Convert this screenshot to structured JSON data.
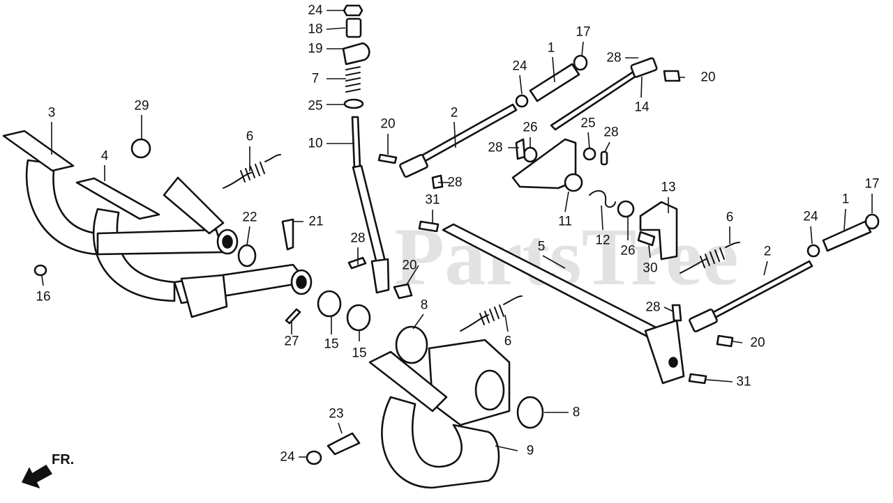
{
  "watermark": "PartsTree",
  "orientation": {
    "label": "FR."
  },
  "callouts": [
    {
      "id": "c24a",
      "label": "24"
    },
    {
      "id": "c18",
      "label": "18"
    },
    {
      "id": "c19",
      "label": "19"
    },
    {
      "id": "c7",
      "label": "7"
    },
    {
      "id": "c25a",
      "label": "25"
    },
    {
      "id": "c10",
      "label": "10"
    },
    {
      "id": "c3",
      "label": "3"
    },
    {
      "id": "c29",
      "label": "29"
    },
    {
      "id": "c4",
      "label": "4"
    },
    {
      "id": "c6a",
      "label": "6"
    },
    {
      "id": "c22",
      "label": "22"
    },
    {
      "id": "c21",
      "label": "21"
    },
    {
      "id": "c16",
      "label": "16"
    },
    {
      "id": "c28a",
      "label": "28"
    },
    {
      "id": "c27",
      "label": "27"
    },
    {
      "id": "c15a",
      "label": "15"
    },
    {
      "id": "c15b",
      "label": "15"
    },
    {
      "id": "c20a",
      "label": "20"
    },
    {
      "id": "c31a",
      "label": "31"
    },
    {
      "id": "c20b",
      "label": "20"
    },
    {
      "id": "c28b",
      "label": "28"
    },
    {
      "id": "c2a",
      "label": "2"
    },
    {
      "id": "c24b",
      "label": "24"
    },
    {
      "id": "c1a",
      "label": "1"
    },
    {
      "id": "c17a",
      "label": "17"
    },
    {
      "id": "c28c",
      "label": "28"
    },
    {
      "id": "c20c",
      "label": "20"
    },
    {
      "id": "c14",
      "label": "14"
    },
    {
      "id": "c26a",
      "label": "26"
    },
    {
      "id": "c28d",
      "label": "28"
    },
    {
      "id": "c25b",
      "label": "25"
    },
    {
      "id": "c28e",
      "label": "28"
    },
    {
      "id": "c11",
      "label": "11"
    },
    {
      "id": "c12",
      "label": "12"
    },
    {
      "id": "c26b",
      "label": "26"
    },
    {
      "id": "c13",
      "label": "13"
    },
    {
      "id": "c30",
      "label": "30"
    },
    {
      "id": "c5",
      "label": "5"
    },
    {
      "id": "c6b",
      "label": "6"
    },
    {
      "id": "c8a",
      "label": "8"
    },
    {
      "id": "c6c",
      "label": "6"
    },
    {
      "id": "c24c",
      "label": "24"
    },
    {
      "id": "c1b",
      "label": "1"
    },
    {
      "id": "c17b",
      "label": "17"
    },
    {
      "id": "c2b",
      "label": "2"
    },
    {
      "id": "c28f",
      "label": "28"
    },
    {
      "id": "c20d",
      "label": "20"
    },
    {
      "id": "c31b",
      "label": "31"
    },
    {
      "id": "c8b",
      "label": "8"
    },
    {
      "id": "c9",
      "label": "9"
    },
    {
      "id": "c23",
      "label": "23"
    },
    {
      "id": "c24d",
      "label": "24"
    }
  ]
}
